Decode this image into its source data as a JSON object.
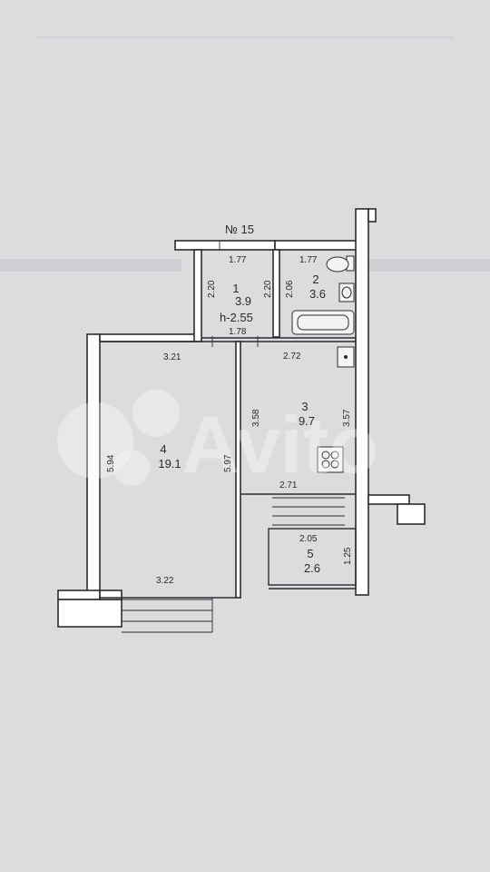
{
  "plan": {
    "apartment_label": "№ 15",
    "ceiling_height": "h-2.55",
    "rooms": [
      {
        "number": "1",
        "area": "3.9"
      },
      {
        "number": "2",
        "area": "3.6"
      },
      {
        "number": "3",
        "area": "9.7"
      },
      {
        "number": "4",
        "area": "19.1"
      },
      {
        "number": "5",
        "area": "2.6"
      }
    ],
    "dimensions": {
      "r1_top": "1.77",
      "r1_left": "2.20",
      "r1_right": "2.20",
      "r1_bottom": "1.78",
      "r2_top": "1.77",
      "r2_left": "2.06",
      "r3_top": "2.72",
      "r3_left": "3.58",
      "r3_right": "3.57",
      "r3_bottom": "2.71",
      "r4_top": "3.21",
      "r4_left": "5.94",
      "r4_right": "5.97",
      "r4_bottom": "3.22",
      "r5_top": "2.05",
      "r5_right": "1.25"
    }
  },
  "watermark": {
    "text": "Avito"
  },
  "colors": {
    "paper": "#dcdbde",
    "ink": "#2c2c30"
  }
}
